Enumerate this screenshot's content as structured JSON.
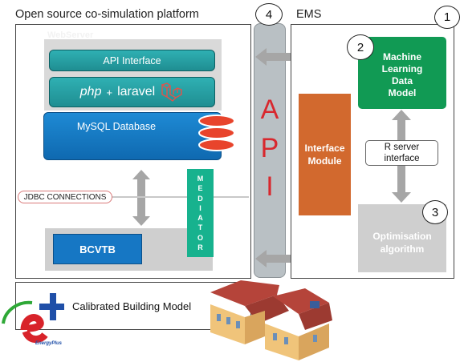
{
  "platform": {
    "title": "Open source co-simulation platform",
    "webserver_label": "WebServer",
    "api_interface": "API Interface",
    "php": "php",
    "plus": "+",
    "laravel": "laravel",
    "mysql": "MySQL Database",
    "jdbc": "JDBC CONNECTIONS",
    "mediator": [
      "M",
      "E",
      "D",
      "I",
      "A",
      "T",
      "O",
      "R"
    ],
    "bcvtb": "BCVTB"
  },
  "api": {
    "number": "4",
    "letters": [
      "A",
      "P",
      "I"
    ]
  },
  "ems": {
    "title": "EMS",
    "number": "1",
    "ml_number": "2",
    "ml_lines": [
      "Machine",
      "Learning",
      "Data",
      "Model"
    ],
    "interface_lines": [
      "Interface",
      "Module"
    ],
    "rserver_lines": [
      "R server",
      "interface"
    ],
    "opt_number": "3",
    "opt_lines": [
      "Optimisation",
      "algorithm"
    ]
  },
  "building": {
    "label": "Calibrated Building Model",
    "logo_text": "EnergyPlus"
  },
  "colors": {
    "teal": "#1f9ea2",
    "blue": "#1177c4",
    "green": "#119a54",
    "orange": "#d2692e",
    "api_grey": "#b9c0c4",
    "api_red": "#d8282e",
    "mediator": "#17b28e"
  }
}
